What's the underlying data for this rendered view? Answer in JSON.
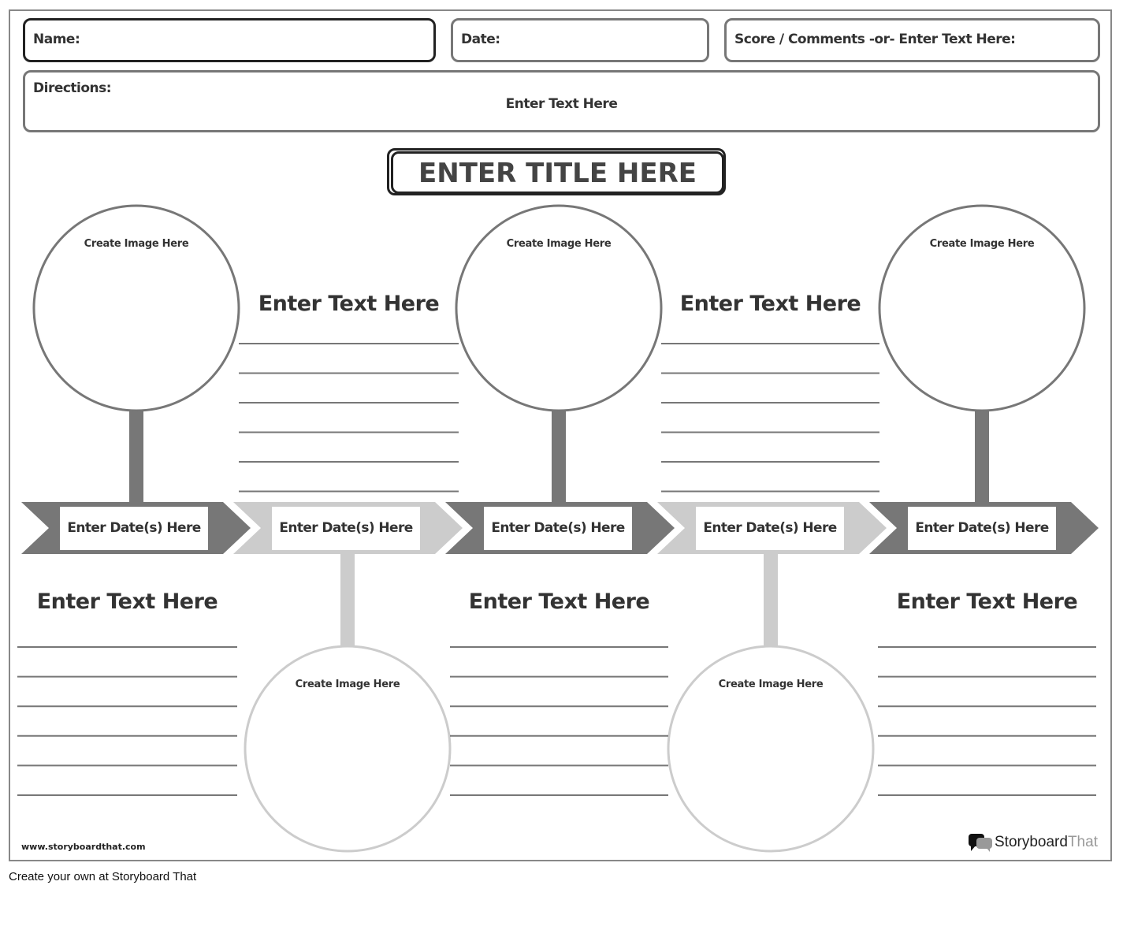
{
  "header": {
    "name_label": "Name:",
    "date_label": "Date:",
    "score_label": "Score / Comments -or- Enter Text Here:"
  },
  "directions": {
    "label": "Directions:",
    "text": "Enter Text Here"
  },
  "title": "ENTER TITLE HERE",
  "image_placeholder": "Create Image Here",
  "text_placeholder": "Enter Text Here",
  "date_placeholder": "Enter Date(s) Here",
  "colors": {
    "dark": "#777777",
    "light": "#cccccc",
    "border": "#777777"
  },
  "footer": {
    "url": "www.storyboardthat.com",
    "logo_main": "Storyboard",
    "logo_accent": "That",
    "caption": "Create your own at Storyboard That"
  },
  "icons": {
    "logo": "speech-bubbles-icon"
  }
}
